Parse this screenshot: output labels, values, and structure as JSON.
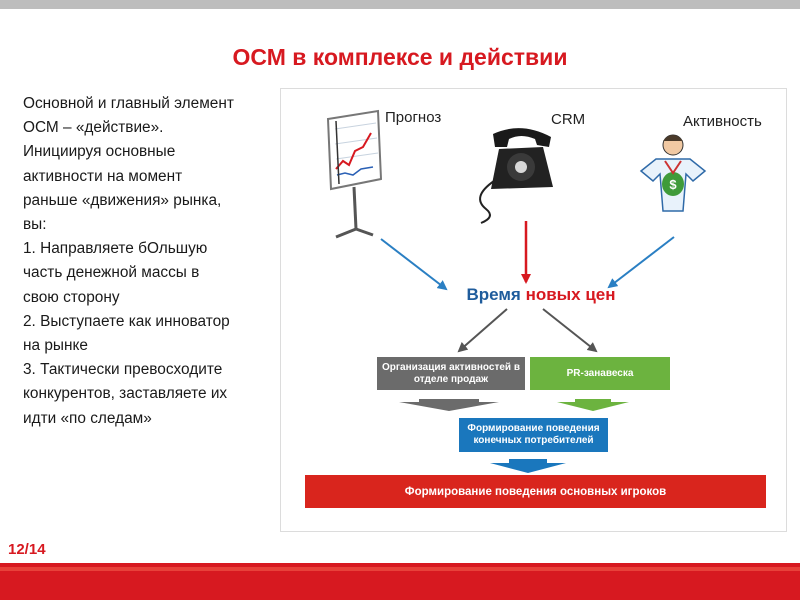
{
  "title": "ОСМ в комплексе и действии",
  "body": {
    "lines": [
      "Основной и главный элемент",
      "ОСМ – «действие».",
      "Инициируя основные",
      "активности на момент",
      "раньше «движения» рынка,",
      "вы:",
      "1. Направляете бОльшую",
      "часть денежной массы в",
      "свою сторону",
      "2. Выступаете как инноватор",
      "на рынке",
      "3. Тактически превосходите",
      "конкурентов, заставляете их",
      "идти «по следам»"
    ]
  },
  "diagram": {
    "forecast_label": "Прогноз",
    "crm_label": "CRM",
    "activity_label": "Активность",
    "center_part1": "Время",
    "center_part2": "новых цен",
    "box_gray": "Организация активностей в отделе продаж",
    "box_green": "PR-занавеска",
    "box_blue": "Формирование поведения конечных потребителей",
    "box_red": "Формирование поведения основных игроков",
    "icons": [
      "flipchart-icon",
      "telephone-icon",
      "superhero-icon"
    ]
  },
  "page": "12/14",
  "colors": {
    "accent_red": "#d71920",
    "blue": "#1a77bd",
    "green": "#6cb33f",
    "gray": "#6b6b6b"
  }
}
